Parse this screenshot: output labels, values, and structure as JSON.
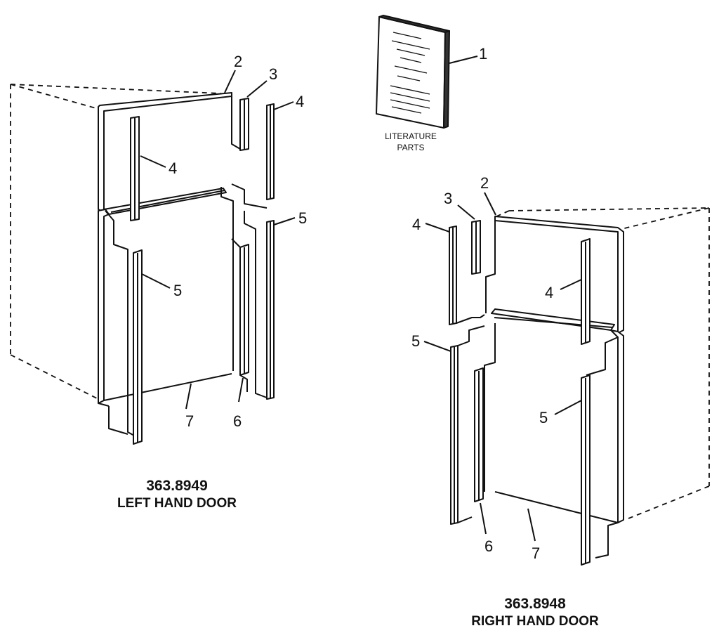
{
  "literature": {
    "caption_line1": "LITERATURE",
    "caption_line2": "PARTS",
    "callout": "1"
  },
  "left_assembly": {
    "model_number": "363.8949",
    "title": "LEFT HAND DOOR",
    "callouts": [
      "2",
      "3",
      "4",
      "4",
      "5",
      "5",
      "6",
      "7"
    ]
  },
  "right_assembly": {
    "model_number": "363.8948",
    "title": "RIGHT HAND DOOR",
    "callouts": [
      "2",
      "3",
      "4",
      "4",
      "5",
      "5",
      "6",
      "7"
    ]
  }
}
